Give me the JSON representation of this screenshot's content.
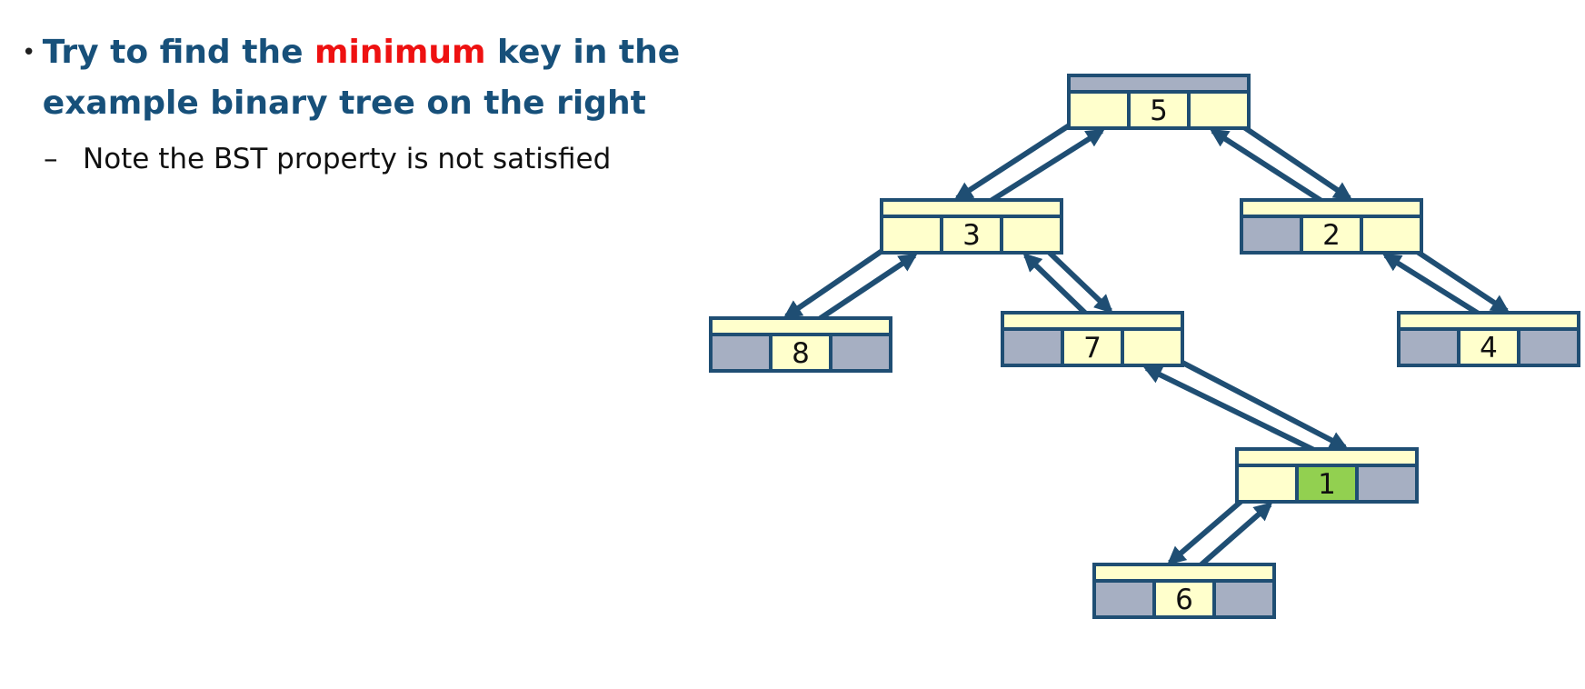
{
  "slide": {
    "bullet": {
      "before": "Try to find the ",
      "highlight": "minimum",
      "after": " key in the example binary tree on the right"
    },
    "subbullet": "Note the BST property is not satisfied"
  },
  "tree": {
    "nodes": [
      {
        "id": "n5",
        "key": "5",
        "left": "n3",
        "right": "n2",
        "parent": null
      },
      {
        "id": "n3",
        "key": "3",
        "left": "n8",
        "right": "n7",
        "parent": "n5"
      },
      {
        "id": "n2",
        "key": "2",
        "left": null,
        "right": "n4",
        "parent": "n5"
      },
      {
        "id": "n8",
        "key": "8",
        "left": null,
        "right": null,
        "parent": "n3"
      },
      {
        "id": "n7",
        "key": "7",
        "left": null,
        "right": "n1",
        "parent": "n3"
      },
      {
        "id": "n4",
        "key": "4",
        "left": null,
        "right": null,
        "parent": "n2"
      },
      {
        "id": "n1",
        "key": "1",
        "left": "n6",
        "right": null,
        "parent": "n7",
        "highlighted": true
      },
      {
        "id": "n6",
        "key": "6",
        "left": null,
        "right": null,
        "parent": "n1"
      }
    ]
  },
  "colors": {
    "text_blue": "#17507a",
    "highlight_red": "#ee1111",
    "node_fill": "#ffffcc",
    "null_fill": "#a6afc2",
    "border": "#1f4e73",
    "min_fill": "#92d050"
  }
}
